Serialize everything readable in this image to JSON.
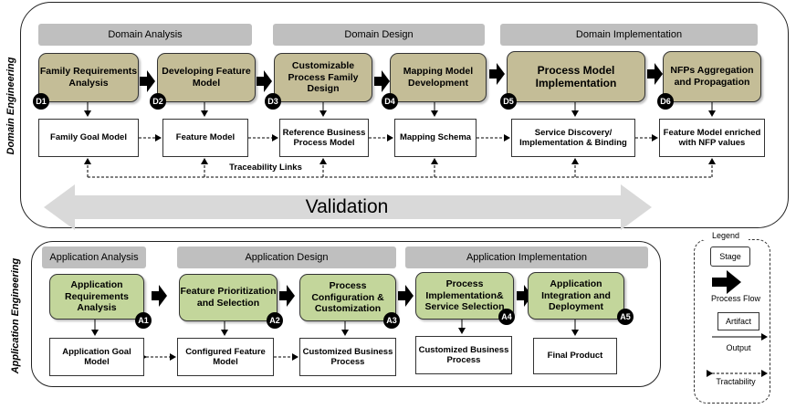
{
  "sections": {
    "domain_engineering": "Domain Engineering",
    "application_engineering": "Application Engineering"
  },
  "domain": {
    "phases": [
      "Domain Analysis",
      "Domain Design",
      "Domain Implementation"
    ],
    "stages": [
      {
        "id": "D1",
        "label": "Family Requirements Analysis"
      },
      {
        "id": "D2",
        "label": "Developing Feature Model"
      },
      {
        "id": "D3",
        "label": "Customizable Process Family Design"
      },
      {
        "id": "D4",
        "label": "Mapping Model Development"
      },
      {
        "id": "D5",
        "label": "Process Model Implementation"
      },
      {
        "id": "D6",
        "label": "NFPs Aggregation and Propagation"
      }
    ],
    "artifacts": [
      "Family Goal Model",
      "Feature Model",
      "Reference Business Process Model",
      "Mapping Schema",
      "Service Discovery/ Implementation & Binding",
      "Feature Model enriched with NFP values"
    ],
    "traceability_label": "Traceability Links",
    "validation_label": "Validation"
  },
  "application": {
    "phases": [
      "Application Analysis",
      "Application Design",
      "Application Implementation"
    ],
    "stages": [
      {
        "id": "A1",
        "label": "Application Requirements Analysis"
      },
      {
        "id": "A2",
        "label": "Feature Prioritization and Selection"
      },
      {
        "id": "A3",
        "label": "Process Configuration & Customization"
      },
      {
        "id": "A4",
        "label": "Process Implementation& Service Selection"
      },
      {
        "id": "A5",
        "label": "Application Integration and Deployment"
      }
    ],
    "artifacts": [
      "Application Goal Model",
      "Configured Feature Model",
      "Customized Business Process",
      "Customized Business Process",
      "Final Product"
    ]
  },
  "legend": {
    "title": "Legend",
    "stage": "Stage",
    "process_flow": "Process Flow",
    "artifact": "Artifact",
    "output": "Output",
    "traceability": "Tractability"
  },
  "colors": {
    "domain_stage": "#c4bd97",
    "app_stage": "#c3d69b",
    "phase_bar": "#bfbfbf",
    "validation_arrow": "#d9d9d9"
  }
}
